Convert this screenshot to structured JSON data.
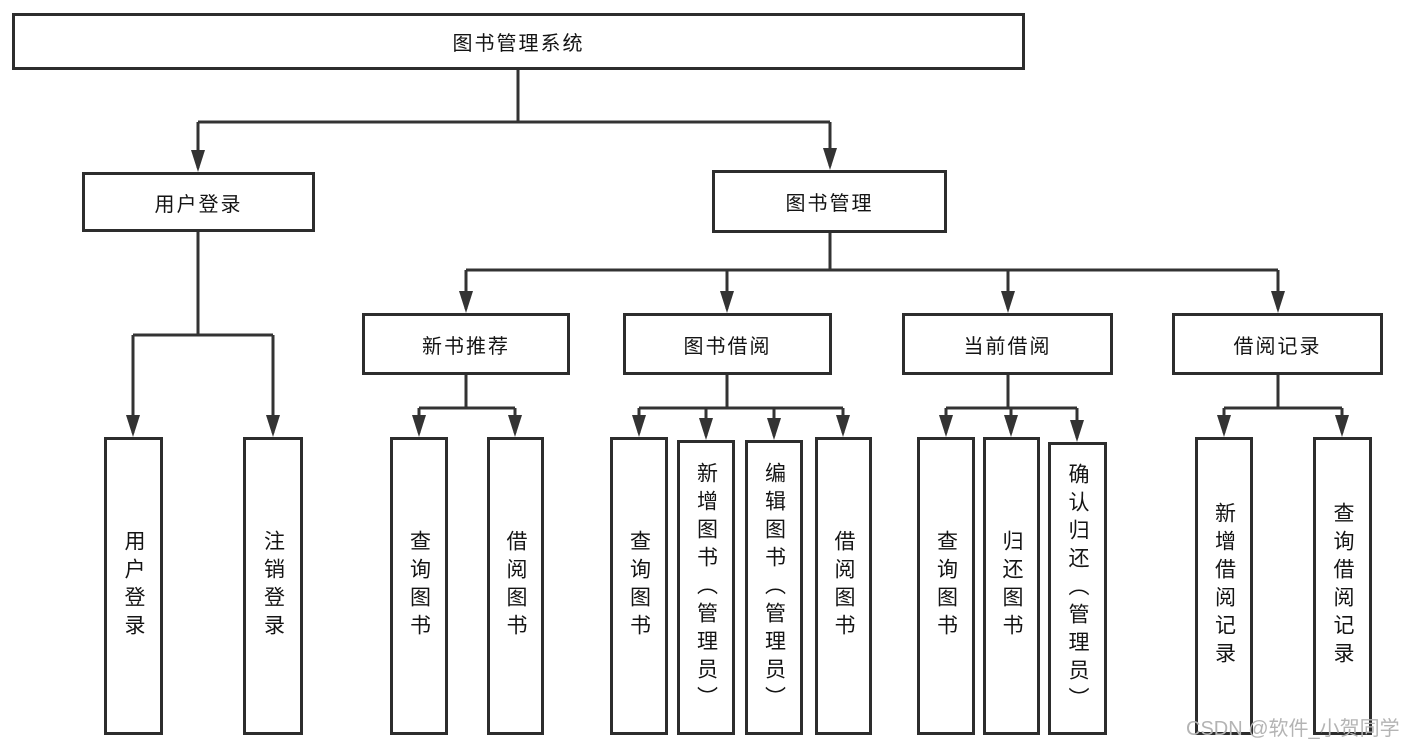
{
  "diagram": {
    "title": "图书管理系统",
    "watermark": "CSDN @软件_小贺同学",
    "colors": {
      "line": "#333333",
      "box_border": "#2d2d2d",
      "box_background": "#ffffff",
      "text": "#141414",
      "watermark": "#b4b4b4"
    },
    "nodes": {
      "root": {
        "label": "图书管理系统"
      },
      "user_login": {
        "label": "用户登录",
        "parent": "root"
      },
      "book_mgmt": {
        "label": "图书管理",
        "parent": "root"
      },
      "login": {
        "label": "用户登录",
        "parent": "user_login"
      },
      "logout": {
        "label": "注销登录",
        "parent": "user_login"
      },
      "new_book_rec": {
        "label": "新书推荐",
        "parent": "book_mgmt"
      },
      "book_borrow": {
        "label": "图书借阅",
        "parent": "book_mgmt"
      },
      "current_borrow": {
        "label": "当前借阅",
        "parent": "book_mgmt"
      },
      "borrow_records": {
        "label": "借阅记录",
        "parent": "book_mgmt"
      },
      "nbr_query_books": {
        "label": "查询图书",
        "parent": "new_book_rec"
      },
      "nbr_borrow_books": {
        "label": "借阅图书",
        "parent": "new_book_rec"
      },
      "bb_query_books": {
        "label": "查询图书",
        "parent": "book_borrow"
      },
      "bb_add_books": {
        "label": "新增图书（管理员）",
        "parent": "book_borrow"
      },
      "bb_edit_books": {
        "label": "编辑图书（管理员）",
        "parent": "book_borrow"
      },
      "bb_borrow_books": {
        "label": "借阅图书",
        "parent": "book_borrow"
      },
      "cb_query_books": {
        "label": "查询图书",
        "parent": "current_borrow"
      },
      "cb_return_books": {
        "label": "归还图书",
        "parent": "current_borrow"
      },
      "cb_confirm_return": {
        "label": "确认归还（管理员）",
        "parent": "current_borrow"
      },
      "br_add_record": {
        "label": "新增借阅记录",
        "parent": "borrow_records"
      },
      "br_query_record": {
        "label": "查询借阅记录",
        "parent": "borrow_records"
      }
    }
  }
}
